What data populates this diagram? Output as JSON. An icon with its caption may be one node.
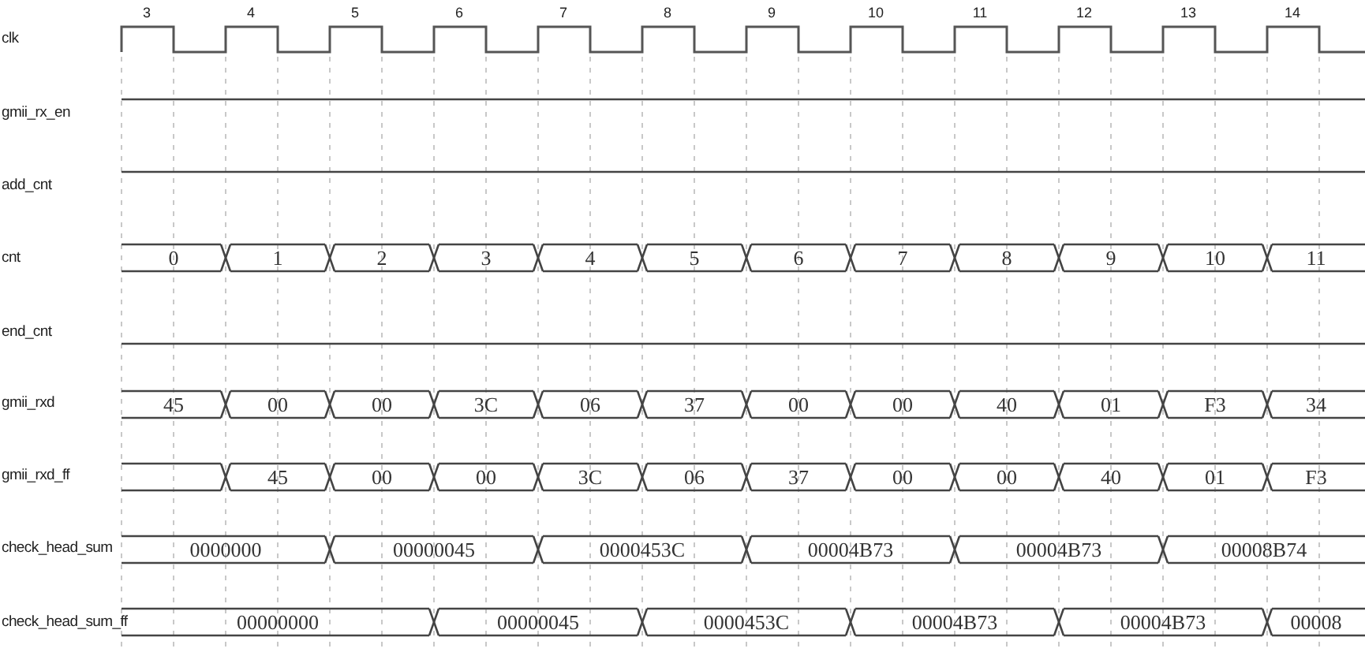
{
  "diagram": {
    "nodes": [
      {
        "text": [
          "0"
        ]
      },
      {
        "text": [
          "1"
        ]
      },
      {
        "text": [
          "2"
        ]
      },
      {
        "text": [
          "3"
        ]
      },
      {
        "text": [
          "4"
        ]
      },
      {
        "text": [
          "5"
        ]
      },
      {
        "text": [
          "6"
        ]
      },
      {
        "text": [
          "7"
        ]
      },
      {
        "text": [
          "8"
        ]
      },
      {
        "text": [
          "9"
        ]
      },
      {
        "text": [
          "10"
        ]
      },
      {
        "text": [
          "11"
        ]
      },
      {
        "text": [
          "45"
        ]
      },
      {
        "text": [
          "00"
        ]
      },
      {
        "text": [
          "00"
        ]
      },
      {
        "text": [
          "3C"
        ]
      },
      {
        "text": [
          "06"
        ]
      },
      {
        "text": [
          "37"
        ]
      },
      {
        "text": [
          "00"
        ]
      },
      {
        "text": [
          "00"
        ]
      },
      {
        "text": [
          "40"
        ]
      },
      {
        "text": [
          "01"
        ]
      },
      {
        "text": [
          "F3"
        ]
      },
      {
        "text": [
          "34"
        ]
      },
      {
        "text": [],
        "shape": "hexagon"
      },
      {
        "text": [
          "45"
        ]
      },
      {
        "text": [
          "00"
        ]
      },
      {
        "text": [
          "00"
        ]
      },
      {
        "text": [
          "3C"
        ]
      },
      {
        "text": [
          "06"
        ]
      },
      {
        "text": [
          "37"
        ]
      },
      {
        "text": [
          "00"
        ]
      },
      {
        "text": [
          "00"
        ]
      },
      {
        "text": [
          "40"
        ]
      },
      {
        "text": [
          "01"
        ]
      },
      {
        "text": [
          "F3"
        ]
      },
      {
        "text": [
          "0000000"
        ]
      },
      {
        "text": [
          "00000045"
        ]
      },
      {
        "text": [
          "0000453C"
        ]
      },
      {
        "text": [
          "00004B73"
        ]
      },
      {
        "text": [
          "00004B73"
        ]
      },
      {
        "text": [
          "00008B74"
        ]
      },
      {
        "text": [
          "00000000"
        ]
      },
      {
        "text": [
          "00000045"
        ]
      },
      {
        "text": [
          "0000453C"
        ]
      },
      {
        "text": [
          "00004B73"
        ]
      },
      {
        "text": [
          "00004B73"
        ]
      },
      {
        "text": [
          "00008"
        ]
      }
    ],
    "labels": [
      "3",
      "4",
      "5",
      "6",
      "7",
      "8",
      "9",
      "10",
      "11",
      "12",
      "13",
      "14",
      "clk",
      "gmii_rx_en",
      "add_cnt",
      "cnt",
      "end_cnt",
      "gmii_rxd",
      "gmii_rxd_ff",
      "check_head_sum",
      "check_head_sum_ff"
    ]
  }
}
